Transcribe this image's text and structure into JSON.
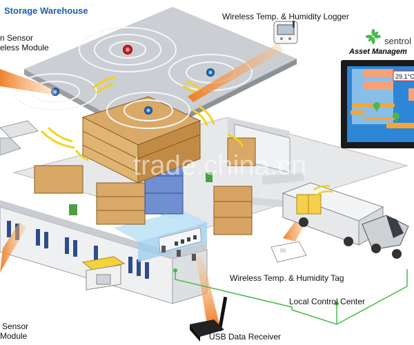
{
  "labels": {
    "title": "Storage Warehouse",
    "logger": "Wireless Temp. & Humidity Logger",
    "sensor_top_1": "n Sensor",
    "sensor_top_2": "eless Module",
    "sensor_bottom_1": "Sensor",
    "sensor_bottom_2": "Module",
    "tag": "Wireless Temp. & Humidity Tag",
    "control_center": "Local Control Center",
    "usb": "USB Data Receiver"
  },
  "panel": {
    "brand": "sentrol",
    "title": "Asset Managem",
    "reading": "29.1°C"
  },
  "watermark": "trade.china.cn",
  "icons": {
    "logo": "sentrol-leaf-logo-icon",
    "map_pin": "map-pin-icon",
    "beacon": "wireless-beacon-icon",
    "usb": "usb-receiver-icon"
  },
  "colors": {
    "title": "#1f5fa8",
    "beam": "#f07a20",
    "signal": "#f2d21c",
    "beacon_red": "#e8262c",
    "beacon_blue": "#2a7fd8",
    "screen": "#2d86d6",
    "alert": "#f5a27a",
    "connector": "#48b84a"
  }
}
